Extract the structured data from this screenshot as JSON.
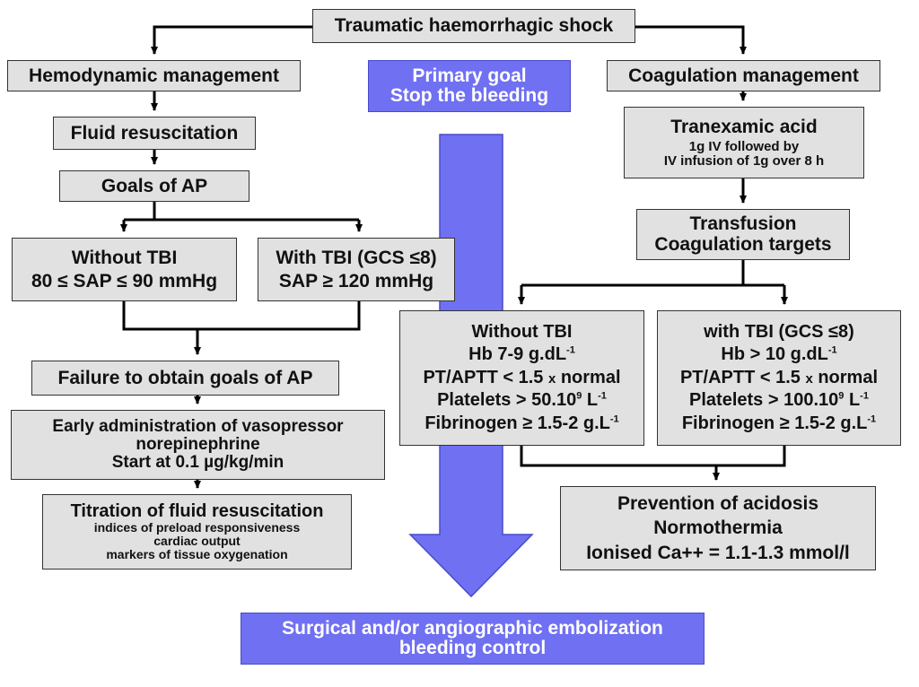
{
  "title": "Traumatic haemorrhagic shock",
  "primary_goal": {
    "line1": "Primary goal",
    "line2": "Stop the bleeding"
  },
  "left": {
    "hemodynamic": "Hemodynamic management",
    "fluid": "Fluid resuscitation",
    "goals_ap": "Goals of AP",
    "without_tbi": {
      "line1": "Without TBI",
      "line2": "80 ≤ SAP ≤ 90 mmHg"
    },
    "with_tbi": {
      "line1": "With TBI (GCS ≤8)",
      "line2": "SAP ≥ 120 mmHg"
    },
    "failure": "Failure to obtain goals of AP",
    "vasopressor": {
      "line1": "Early administration of vasopressor",
      "line2": "norepinephrine",
      "line3": "Start at 0.1 µg/kg/min"
    },
    "titration": {
      "line1": "Titration of fluid resuscitation",
      "line2": "indices of preload responsiveness",
      "line3": "cardiac output",
      "line4": "markers of tissue oxygenation"
    }
  },
  "right": {
    "coagulation": "Coagulation management",
    "tranexamic": {
      "line1": "Tranexamic acid",
      "line2": "1g IV followed by",
      "line3": "IV infusion of 1g over 8 h"
    },
    "transfusion": {
      "line1": "Transfusion",
      "line2": "Coagulation targets"
    },
    "without_tbi": {
      "line1": "Without TBI",
      "hb": "Hb 7-9 g.dL",
      "hb_sup": "-1",
      "ptapt_a": "PT/APTT < 1.5 ",
      "ptapt_x": "x",
      "ptapt_b": " normal",
      "platelets": "Platelets > 50.10",
      "platelets_sup1": "9",
      "platelets_unit": " L",
      "platelets_sup2": "-1",
      "fibrinogen": "Fibrinogen ≥ 1.5-2 g.L",
      "fibrinogen_sup": "-1"
    },
    "with_tbi": {
      "line1": "with TBI (GCS ≤8)",
      "hb": "Hb > 10 g.dL",
      "hb_sup": "-1",
      "ptapt_a": "PT/APTT < 1.5 ",
      "ptapt_x": "x",
      "ptapt_b": " normal",
      "platelets": "Platelets > 100.10",
      "platelets_sup1": "9",
      "platelets_unit": " L",
      "platelets_sup2": "-1",
      "fibrinogen": "Fibrinogen ≥ 1.5-2 g.L",
      "fibrinogen_sup": "-1"
    },
    "prevention": {
      "line1": "Prevention of acidosis",
      "line2": "Normothermia",
      "line3": "Ionised Ca++  = 1.1-1.3 mmol/l"
    }
  },
  "bottom": {
    "line1": "Surgical and/or angiographic embolization",
    "line2": "bleeding control"
  },
  "colors": {
    "box_fill": "#e1e1e1",
    "box_border": "#333333",
    "goal_fill": "#7070f2",
    "goal_text": "#ffffff",
    "connector": "#000000"
  }
}
